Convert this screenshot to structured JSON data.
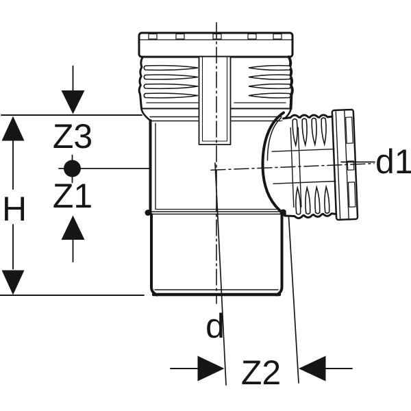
{
  "drawing": {
    "kind_label": "",
    "labels": {
      "z3": "Z3",
      "z1": "Z1",
      "h": "H",
      "d": "d",
      "z2": "Z2",
      "d1": "d1"
    },
    "colors": {
      "line": "#161616",
      "background": "#ffffff"
    }
  }
}
